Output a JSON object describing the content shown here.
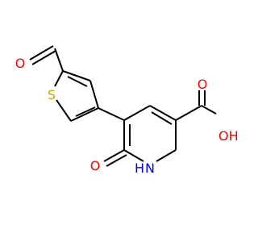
{
  "molecule": {
    "atoms": [
      {
        "id": "o_ald",
        "label": "O",
        "color": "#ff0000"
      },
      {
        "id": "s_thio",
        "label": "S",
        "color": "#c9a800"
      },
      {
        "id": "o_carbonyl",
        "label": "O",
        "color": "#ff0000"
      },
      {
        "id": "o_hydroxyl",
        "label": "OH",
        "color": "#ff0000"
      },
      {
        "id": "o_ketone",
        "label": "O",
        "color": "#ff0000"
      },
      {
        "id": "n_h",
        "label": "H",
        "color": "#0000ff"
      },
      {
        "id": "n_ring",
        "label": "N",
        "color": "#0000ff"
      }
    ],
    "bond_color": "#000000"
  }
}
